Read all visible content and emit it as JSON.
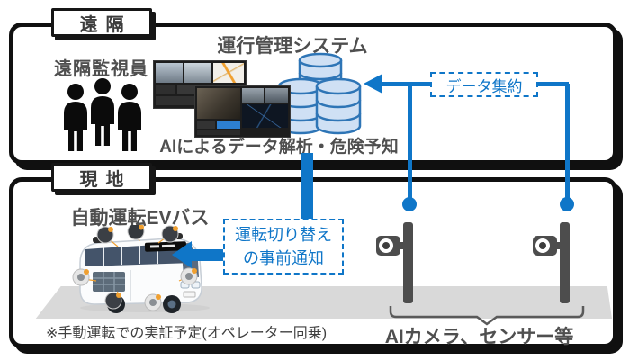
{
  "colors": {
    "accent_blue": "#0f76c8",
    "heading_gray": "#4f4f4f",
    "callout_orange": "#f0a030",
    "database_fill": "#cfe0f4",
    "database_stroke": "#2e75b6",
    "road_gray": "#d9d9d9",
    "device_gray": "#4d4d4d"
  },
  "remote_section": {
    "tag": "遠隔",
    "supervisor_label": "遠隔監視員",
    "system_title": "運行管理システム",
    "ai_analysis_caption": "AIによるデータ解析・危険予知",
    "data_aggregation_label": "データ集約"
  },
  "local_section": {
    "tag": "現地",
    "bus_title": "自動運転EVバス",
    "switch_notice": {
      "line1": "運転切り替え",
      "line2": "の事前通知"
    },
    "sensors_caption": "AIカメラ、センサー等",
    "footnote": "※手動運転での実証予定(オペレーター同乗)"
  },
  "icons": {
    "supervisors": "three-people-silhouettes-icon",
    "monitoring": "surveillance-monitor-screens",
    "database": "database-cylinders-icon",
    "camera": "ai-camera-on-pole-icon",
    "bus": "autonomous-ev-bus-illustration",
    "flow": "blue-flow-arrows"
  }
}
